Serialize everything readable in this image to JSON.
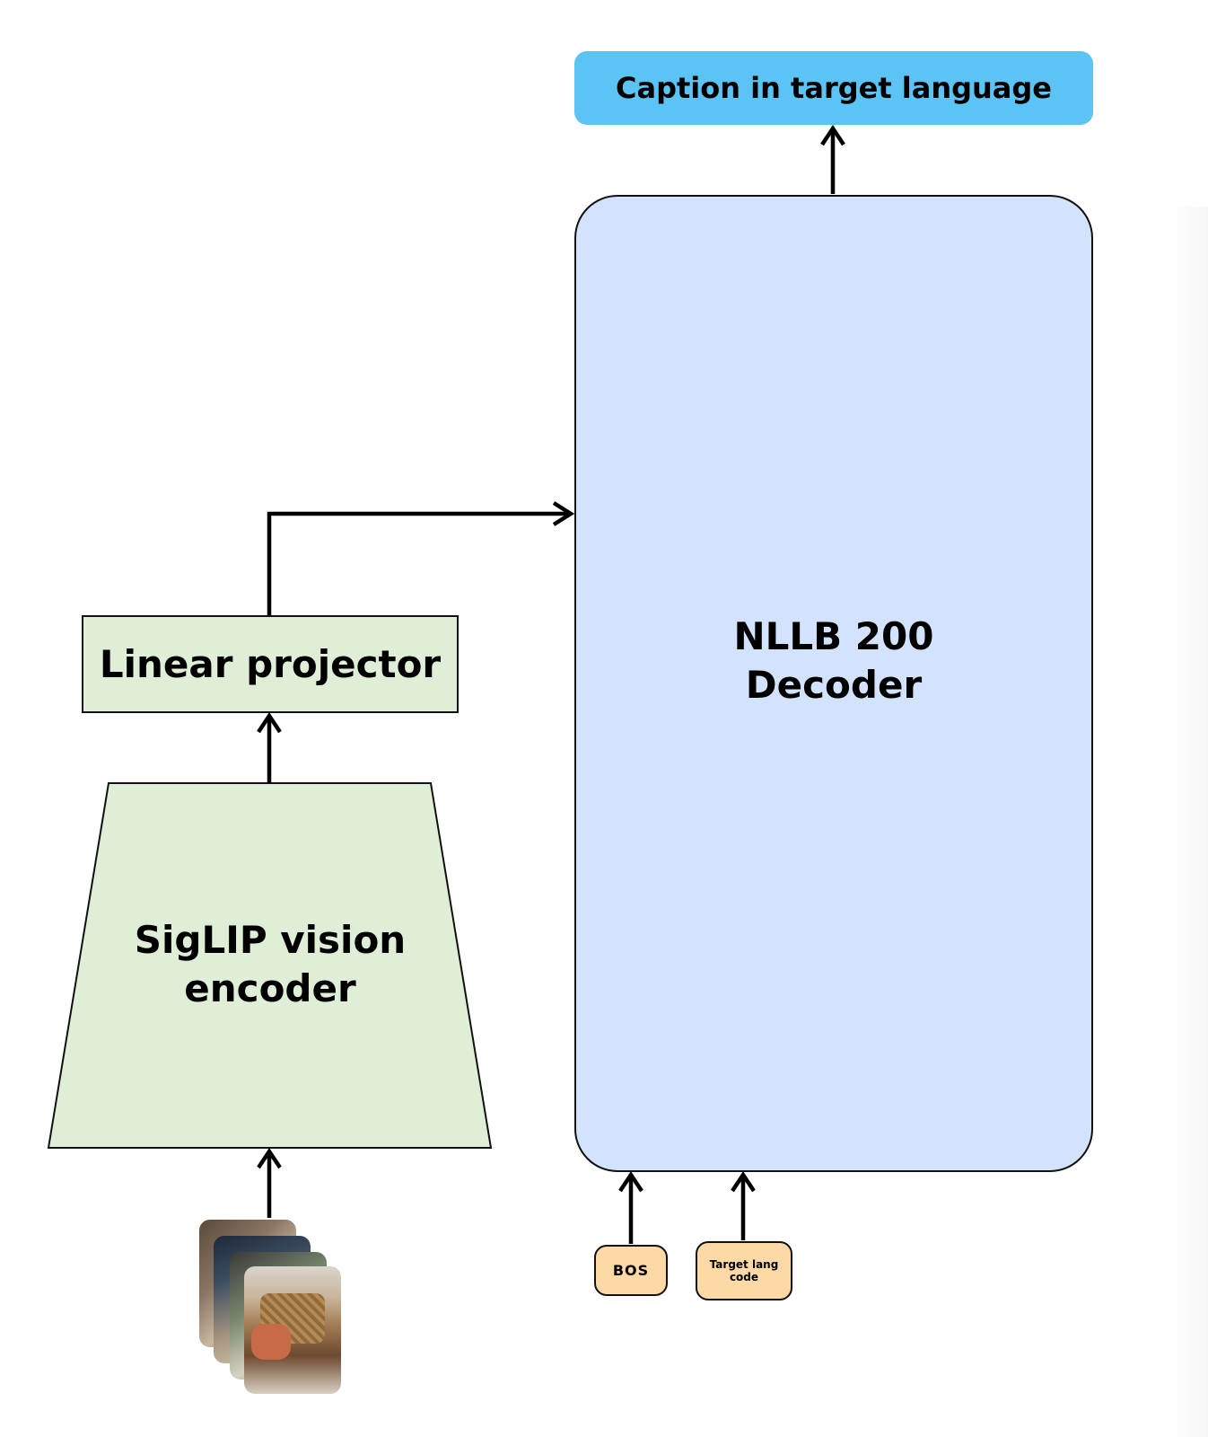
{
  "caption": {
    "label": "Caption in target language",
    "color": "#5cc3f5"
  },
  "decoder": {
    "label": "NLLB 200\nDecoder",
    "color": "#d4e3fd"
  },
  "linear_projector": {
    "label": "Linear projector",
    "color": "#dfeed7"
  },
  "vision_encoder": {
    "label": "SigLIP vision\nencoder",
    "color": "#dfeed7"
  },
  "tokens": {
    "bos": {
      "label": "BOS"
    },
    "target_lang": {
      "label": "Target lang\ncode"
    },
    "color": "#fdd9a8"
  },
  "input_images": {
    "icon": "photo-stack-icon",
    "count": 4
  }
}
